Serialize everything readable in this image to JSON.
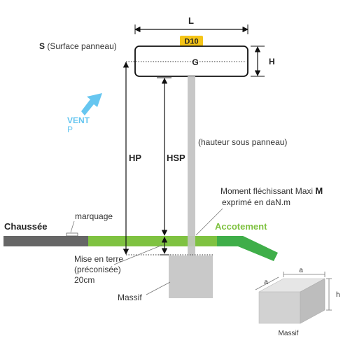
{
  "labels": {
    "L": "L",
    "D10": "D10",
    "S_letter": "S",
    "S_text": " (Surface panneau)",
    "G": "G",
    "H": "H",
    "vent": "VENT",
    "vent_p": "P",
    "HP": "HP",
    "HSP": "HSP",
    "hsp_text": "(hauteur sous panneau)",
    "moment_line1": "Moment fléchissant Maxi ",
    "moment_M": "M",
    "moment_line2": "exprimé en daN.m",
    "accotement": "Accotement",
    "chaussee": "Chaussée",
    "marquage": "marquage",
    "mise_line1": "Mise en terre",
    "mise_line2": "(préconisée)",
    "mise_line3": "20cm",
    "massif": "Massif",
    "box_a_top": "a",
    "box_a_left": "a",
    "box_h": "h",
    "box_massif": "Massif"
  },
  "colors": {
    "accent_green": "#7fc241",
    "road_gray": "#666666",
    "pole_gray": "#c7c7c7",
    "massif_gray": "#c9c9c9",
    "wind_blue": "#66c6f0",
    "badge_yellow": "#f5c518"
  }
}
